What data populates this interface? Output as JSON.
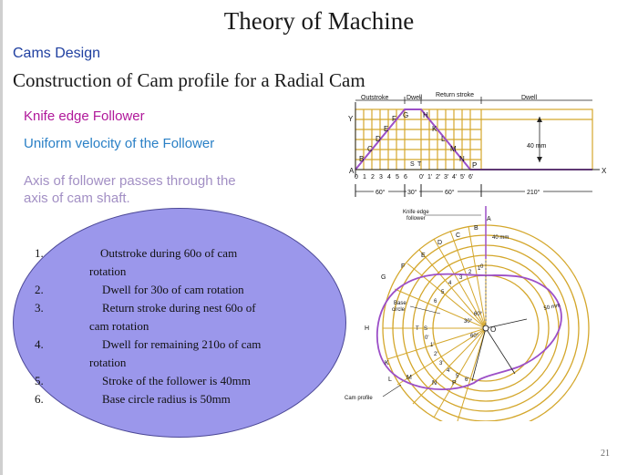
{
  "slide": {
    "title": "Theory of Machine",
    "section": "Cams Design",
    "heading": "Construction of Cam profile for a Radial Cam",
    "subtitle_1": "Knife edge Follower",
    "subtitle_2": "Uniform velocity of the  Follower",
    "axis_note_line1": "Axis of follower passes through the",
    "axis_note_line2": "axis of cam shaft.",
    "page_number": "21"
  },
  "list": [
    {
      "num": "1.",
      "lines": [
        "Outstroke during  60o  of cam",
        "rotation"
      ]
    },
    {
      "num": "2.",
      "lines": [
        "Dwell for 30o of cam rotation"
      ]
    },
    {
      "num": "3.",
      "lines": [
        "Return stroke during nest 60o of",
        "cam  rotation"
      ]
    },
    {
      "num": "4.",
      "lines": [
        "Dwell for remaining 210o of cam",
        "rotation"
      ]
    },
    {
      "num": "5.",
      "lines": [
        "Stroke of the follower is 40mm"
      ]
    },
    {
      "num": "6.",
      "lines": [
        "Base circle radius is 50mm"
      ]
    }
  ],
  "displacement_diagram": {
    "top_labels": [
      "Outstroke",
      "Dwell",
      "Return stroke",
      "Dwell"
    ],
    "point_letters": [
      "A",
      "B",
      "C",
      "D",
      "E",
      "F",
      "G",
      "H",
      "K",
      "L",
      "M",
      "N",
      "P"
    ],
    "axis_x": "X",
    "axis_y": "Y",
    "stroke_label": "40 mm",
    "left_ticks": [
      "0",
      "1",
      "2",
      "3",
      "4",
      "5",
      "6"
    ],
    "dwell_ticks": [
      "S",
      "T"
    ],
    "right_ticks": [
      "0'",
      "1'",
      "2'",
      "3'",
      "4'",
      "5'",
      "6'"
    ],
    "angle_labels": [
      "60°",
      "30°",
      "60°",
      "210°"
    ]
  },
  "cam_profile": {
    "follower_label_line1": "Knife edge",
    "follower_label_line2": "follower",
    "stroke_label": "40 mm",
    "radius_label": "50 mm",
    "base_circle_line1": "Base",
    "base_circle_line2": "circle",
    "cam_profile_label": "Cam profile",
    "centre_label": "O",
    "angles": [
      "60°",
      "30°",
      "60°"
    ],
    "outer_points": [
      "A",
      "B",
      "C",
      "D",
      "E",
      "F",
      "G",
      "H",
      "K",
      "L",
      "M",
      "N",
      "P"
    ],
    "divisions_out": [
      "1",
      "2",
      "3",
      "4",
      "5",
      "6"
    ],
    "divisions_ret": [
      "1'",
      "2'",
      "3'",
      "4'",
      "5'",
      "6'"
    ],
    "dwell_labels": [
      "S",
      "T"
    ],
    "zero_labels": [
      "0",
      "0'"
    ]
  },
  "colors": {
    "section_blue": "#1f3fa0",
    "subtitle_magenta": "#b0189a",
    "subtitle_blue": "#2a80c6",
    "note_lavender": "#a28fc4",
    "ellipse_fill": "#9b97eb",
    "diagram_gold": "#d4a72c",
    "diagram_purple": "#9c4fc7"
  }
}
